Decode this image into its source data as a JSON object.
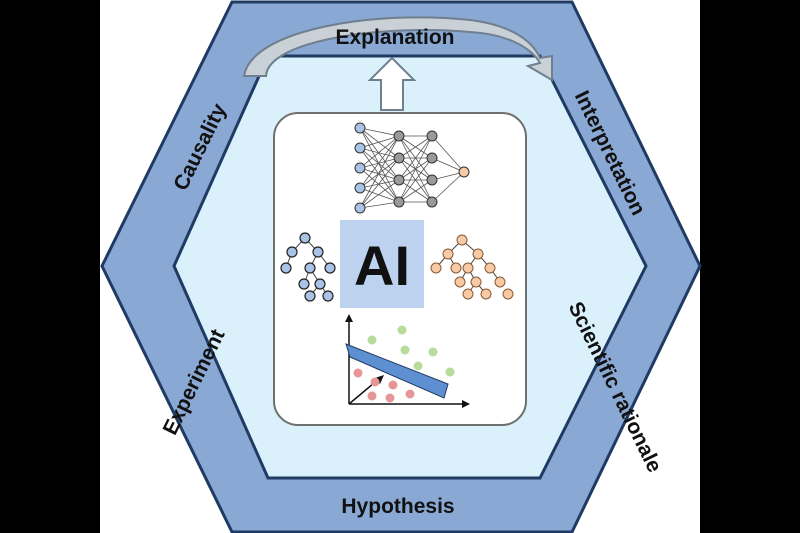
{
  "center": {
    "text": "AI"
  },
  "labels": {
    "top": "Explanation",
    "top_right": "Interpretation",
    "bottom_right": "Scientific rationale",
    "bottom": "Hypothesis",
    "bottom_left": "Experiment",
    "top_left": "Causality"
  },
  "colors": {
    "background": "#000000",
    "white_panel": "#ffffff",
    "outer_hexagon": "#8aa8d4",
    "outline": "#1f3a63",
    "inner_hexagon": "#daf1fb",
    "ai_box": "#bcd2ee",
    "blue_node": "#a9c3e6",
    "orange_node": "#f6caa6",
    "gray_node": "#9a9a9a",
    "green_point": "#b8dc9c",
    "red_point": "#e69696",
    "regression_band": "#5e8fd1"
  },
  "icons": [
    "curved-arrow-icon",
    "up-arrow-icon",
    "neural-network-icon",
    "decision-tree-icon",
    "scatter-plot-icon"
  ]
}
